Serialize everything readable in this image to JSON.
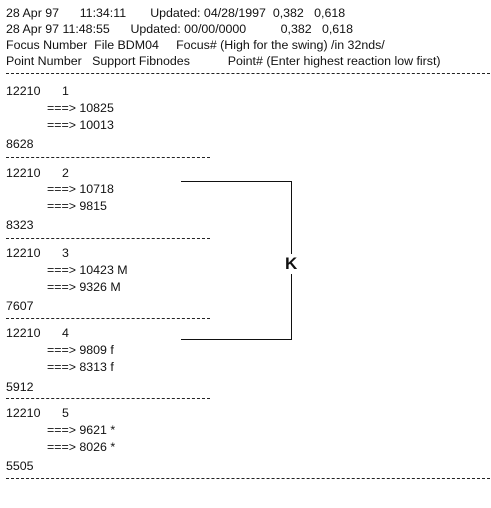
{
  "header": {
    "line1": "28 Apr 97      11:34:11       Updated: 04/28/1997  0,382   0,618",
    "line2": "28 Apr 97 11:48:55      Updated: 00/00/0000          0,382   0,618",
    "line3": "Focus Number  File BDM04     Focus# (High for the swing) /in 32nds/",
    "line4": "Point Number   Support Fibnodes           Point# (Enter highest reaction low first)"
  },
  "blocks": [
    {
      "focus": "12210",
      "index": "1",
      "nodes": [
        "===> 10825",
        "===> 10013"
      ],
      "point": "8628"
    },
    {
      "focus": "12210",
      "index": "2",
      "nodes": [
        "===> 10718",
        "===> 9815"
      ],
      "point": "8323"
    },
    {
      "focus": "12210",
      "index": "3",
      "nodes": [
        "===> 10423 M",
        "===> 9326 M"
      ],
      "point": "7607"
    },
    {
      "focus": "12210",
      "index": "4",
      "nodes": [
        "===> 9809 f",
        "===> 8313 f"
      ],
      "point": "5912"
    },
    {
      "focus": "12210",
      "index": "5",
      "nodes": [
        "===> 9621 *",
        "===> 8026 *"
      ],
      "point": "5505"
    }
  ],
  "annotation": {
    "label": "K"
  }
}
